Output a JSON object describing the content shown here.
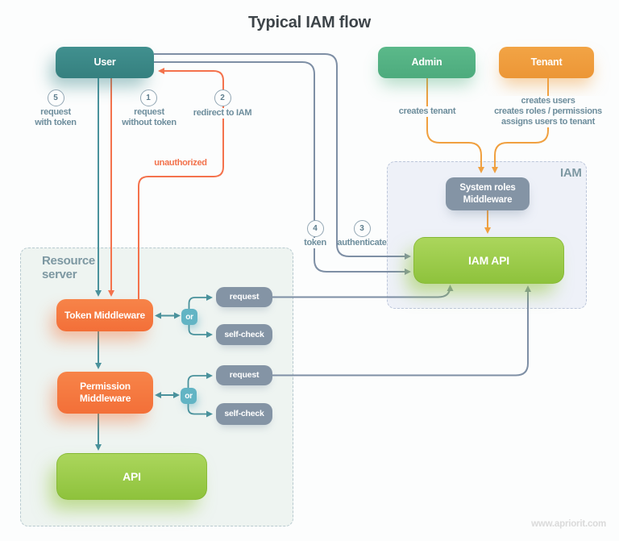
{
  "title": "Typical IAM flow",
  "watermark": "www.apriorit.com",
  "containers": {
    "resource_server": {
      "label": "Resource\nserver"
    },
    "iam": {
      "label": "IAM"
    }
  },
  "nodes": {
    "user": {
      "label": "User"
    },
    "admin": {
      "label": "Admin"
    },
    "tenant": {
      "label": "Tenant"
    },
    "system_roles": {
      "label": "System roles\nMiddleware"
    },
    "iam_api": {
      "label": "IAM API"
    },
    "token_middleware": {
      "label": "Token Middleware"
    },
    "permission_middleware": {
      "label": "Permission\nMiddleware"
    },
    "api": {
      "label": "API"
    },
    "or_1": {
      "label": "or"
    },
    "request_1": {
      "label": "request"
    },
    "self_check_1": {
      "label": "self-check"
    },
    "or_2": {
      "label": "or"
    },
    "request_2": {
      "label": "request"
    },
    "self_check_2": {
      "label": "self-check"
    }
  },
  "steps": [
    {
      "num": "5",
      "label": "request\nwith token"
    },
    {
      "num": "1",
      "label": "request\nwithout token"
    },
    {
      "num": "2",
      "label": "redirect to IAM"
    },
    {
      "num": "3",
      "label": "authenticate"
    },
    {
      "num": "4",
      "label": "token"
    }
  ],
  "edge_labels": {
    "unauthorized": "unauthorized",
    "creates_tenant": "creates tenant",
    "tenant_actions": "creates users\ncreates roles / permissions\nassigns users to tenant"
  },
  "colors": {
    "teal_node": "#3a8b8d",
    "green_node": "#56b486",
    "orange_node": "#f0a040",
    "orange_middleware": "#f5793d",
    "lime_api": "#9bc94c",
    "gray_node": "#8494a5",
    "or_teal": "#62b4c4",
    "arrow_teal": "#4a929c",
    "arrow_slate": "#7e8fa5",
    "arrow_red": "#f4724c",
    "arrow_orange": "#f0a040",
    "label_slate": "#6d8d9c"
  }
}
